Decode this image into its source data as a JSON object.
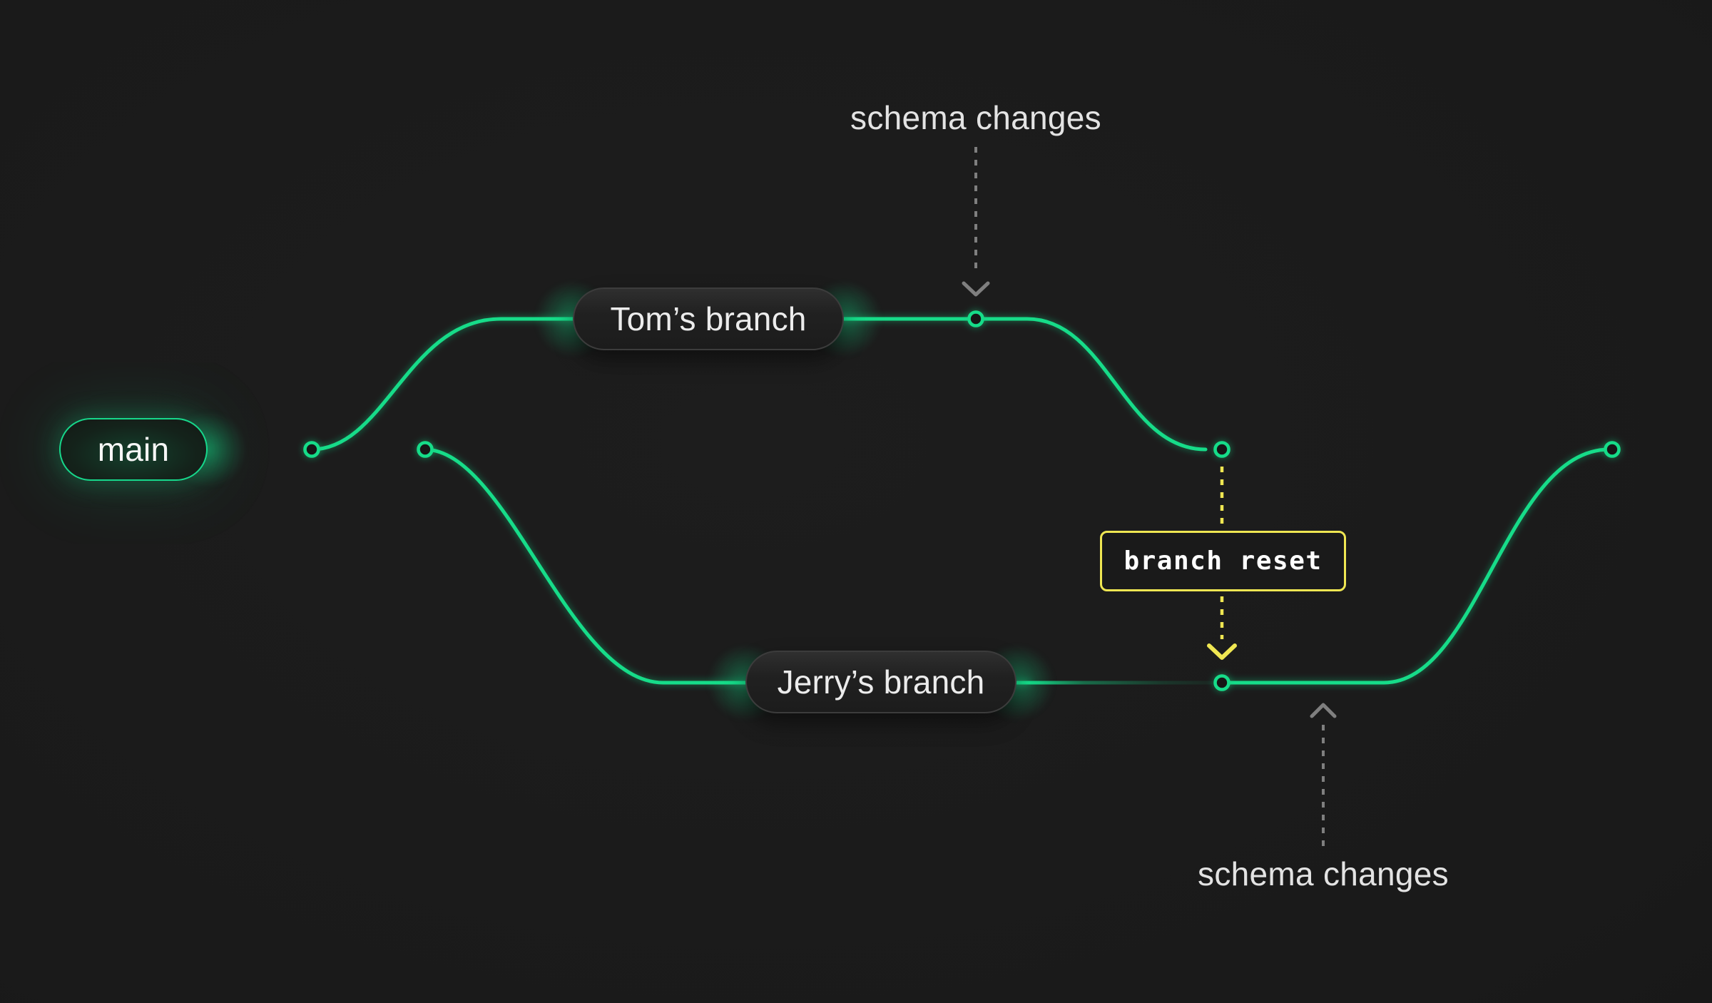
{
  "diagram": {
    "title_hint": "git-style branch and merge flow",
    "branches": {
      "main": {
        "label": "main"
      },
      "tom": {
        "label": "Tom’s branch"
      },
      "jerry": {
        "label": "Jerry’s branch"
      }
    },
    "annotations": {
      "schema_changes_top": {
        "label": "schema changes",
        "arrow": "down"
      },
      "schema_changes_bottom": {
        "label": "schema changes",
        "arrow": "up"
      },
      "branch_reset": {
        "label": "branch reset",
        "arrow": "down"
      }
    },
    "commit_dots_count": 6,
    "colors": {
      "background": "#1a1a1a",
      "branch_green": "#15dc89",
      "reset_yellow": "#efe652",
      "annotation_gray": "#7f7f7f",
      "label_text": "#ececec",
      "pill_border_gray": "#3c3c3c"
    }
  }
}
